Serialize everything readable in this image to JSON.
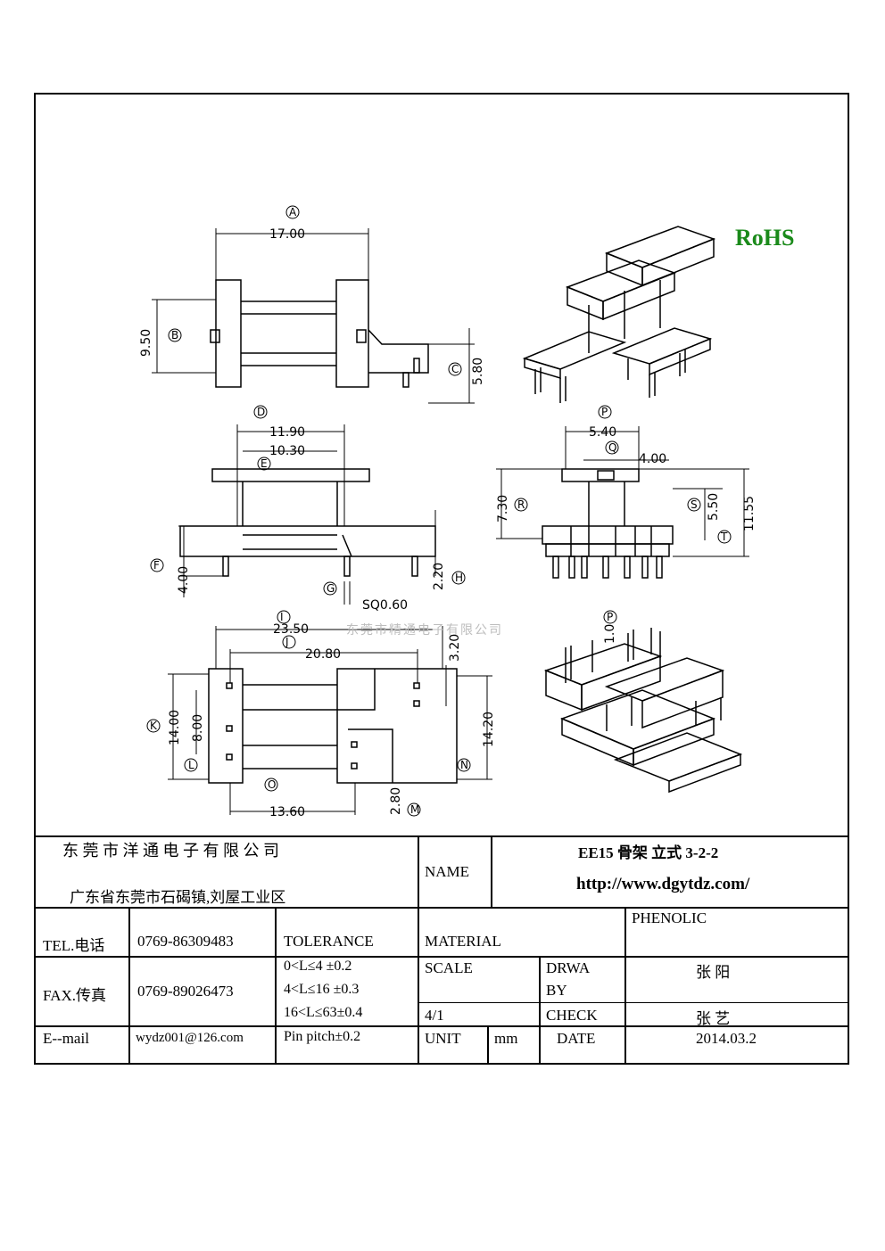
{
  "rohs": "RoHS",
  "watermark": "东莞市精通电子有限公司",
  "dims": {
    "a": "17.00",
    "b": "9.50",
    "c": "5.80",
    "d": "11.90",
    "e": "10.30",
    "f": "4.00",
    "g": "SQ0.60",
    "h": "2.20",
    "p": "5.40",
    "q": "4.00",
    "r": "7.30",
    "s": "5.50",
    "t": "11.55",
    "i": "23.50",
    "j": "20.80",
    "j2": "3.20",
    "k": "14.00",
    "k2": "8.00",
    "n": "14.20",
    "u": "13.60",
    "m": "2.80",
    "p2": "1.0"
  },
  "circle_labels": {
    "a": "A",
    "b": "B",
    "c": "C",
    "d": "D",
    "e": "E",
    "f": "F",
    "g": "G",
    "h": "H",
    "p": "P",
    "q": "Q",
    "r": "R",
    "s": "S",
    "t": "T",
    "i": "I",
    "j": "J",
    "k": "K",
    "l": "L",
    "n": "N",
    "o": "O",
    "m": "M",
    "p2": "P"
  },
  "title_block": {
    "company": "东 莞 市 洋 通 电 子 有 限 公 司",
    "address": "广东省东莞市石碣镇,刘屋工业区",
    "name_label": "NAME",
    "product": "EE15 骨架  立式 3-2-2",
    "url": "http://www.dgytdz.com/",
    "tel_label": "TEL.电话",
    "tel": "0769-86309483",
    "tolerance_label": "TOLERANCE",
    "material_label": "MATERIAL",
    "material": "PHENOLIC",
    "fax_label": "FAX.传真",
    "fax": "0769-89026473",
    "tol1": "0<L≤4   ±0.2",
    "tol2": "4<L≤16  ±0.3",
    "tol3": "16<L≤63±0.4",
    "tol4": "Pin pitch±0.2",
    "scale_label": "SCALE",
    "scale": "4/1",
    "drawn_label_1": "DRWA",
    "drawn_label_2": "BY",
    "drawn_by": "张 阳",
    "check_label": "CHECK",
    "checked_by": "张 艺",
    "email_label": "E--mail",
    "email": "wydz001@126.com",
    "unit_label": "UNIT",
    "unit": "mm",
    "date_label": "DATE",
    "date": "2014.03.2"
  }
}
